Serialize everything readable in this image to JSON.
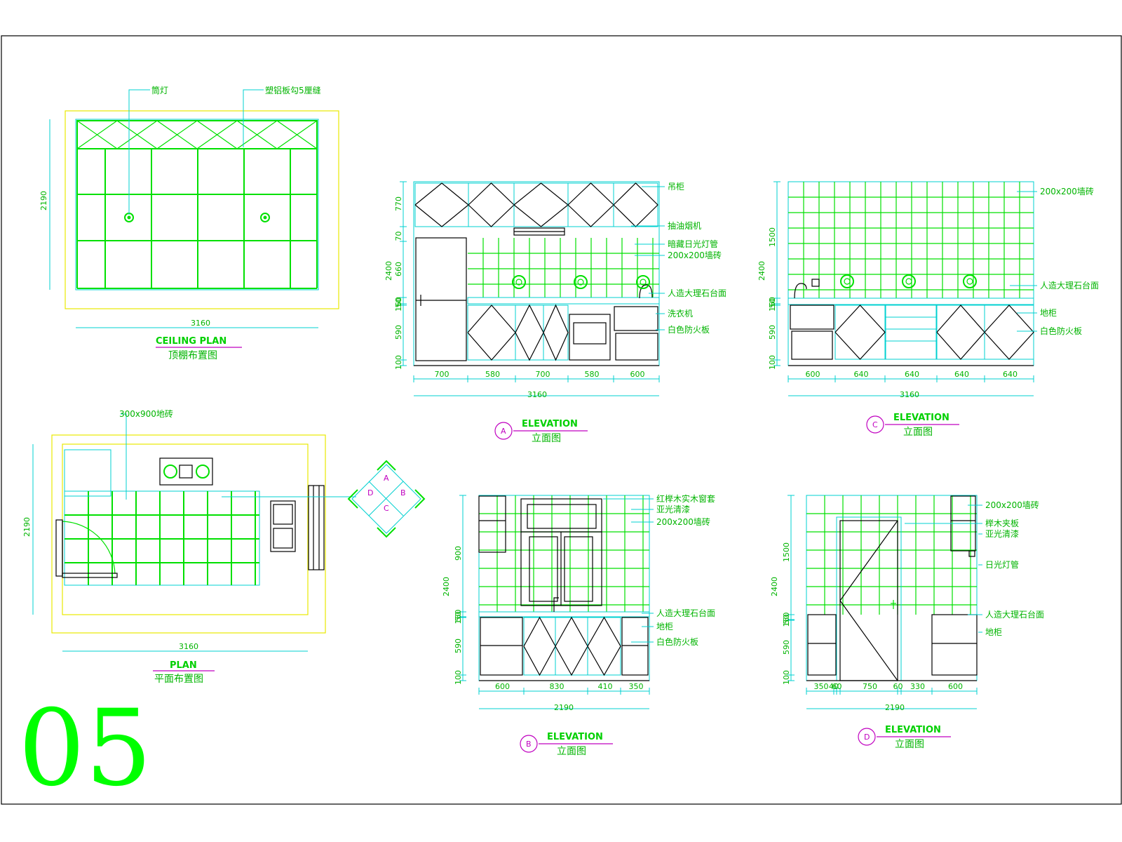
{
  "sheet_number": "05",
  "views": {
    "ceiling": {
      "title": "CEILING PLAN",
      "subtitle": "顶棚布置图",
      "callouts": [
        "筒灯",
        "塑铝板勾5厘缝"
      ],
      "dim_width": "3160",
      "dim_height": "2190"
    },
    "plan": {
      "title": "PLAN",
      "subtitle": "平面布置图",
      "callouts": [
        "300x900地砖"
      ],
      "dim_width": "3160",
      "dim_height": "2190",
      "compass": [
        "A",
        "B",
        "C",
        "D"
      ]
    },
    "elev_a": {
      "marker": "A",
      "title": "ELEVATION",
      "subtitle": "立面图",
      "callouts": [
        "吊柜",
        "抽油烟机",
        "暗藏日光灯管",
        "200x200墙砖",
        "人造大理石台面",
        "洗衣机",
        "白色防火板"
      ],
      "dims_bottom": [
        "700",
        "580",
        "700",
        "580",
        "600"
      ],
      "total": "3160",
      "dims_left": [
        "770",
        "70",
        "660",
        "50",
        "160",
        "590",
        "100"
      ],
      "height": "2400"
    },
    "elev_c": {
      "marker": "C",
      "title": "ELEVATION",
      "subtitle": "立面图",
      "callouts": [
        "200x200墙砖",
        "人造大理石台面",
        "地柜",
        "白色防火板"
      ],
      "dims_bottom": [
        "600",
        "640",
        "640",
        "640",
        "640"
      ],
      "total": "3160",
      "dims_left": [
        "1500",
        "50",
        "160",
        "590",
        "100"
      ],
      "height": "2400"
    },
    "elev_b": {
      "marker": "B",
      "title": "ELEVATION",
      "subtitle": "立面图",
      "callouts": [
        "红榉木实木窗套",
        "亚光清漆",
        "200x200墙砖",
        "人造大理石台面",
        "地柜",
        "白色防火板"
      ],
      "dims_bottom": [
        "600",
        "830",
        "410",
        "350"
      ],
      "total": "2190",
      "dims_left": [
        "900",
        "50",
        "160",
        "590",
        "100"
      ],
      "height": "2400"
    },
    "elev_d": {
      "marker": "D",
      "title": "ELEVATION",
      "subtitle": "立面图",
      "callouts": [
        "200x200墙砖",
        "榉木夹板",
        "亚光清漆",
        "日光灯管",
        "人造大理石台面",
        "地柜"
      ],
      "dims_bottom": [
        "350",
        "40",
        "60",
        "750",
        "60",
        "330",
        "600"
      ],
      "total": "2190",
      "dims_left": [
        "1500",
        "50",
        "160",
        "590",
        "100"
      ],
      "height": "2400"
    }
  }
}
